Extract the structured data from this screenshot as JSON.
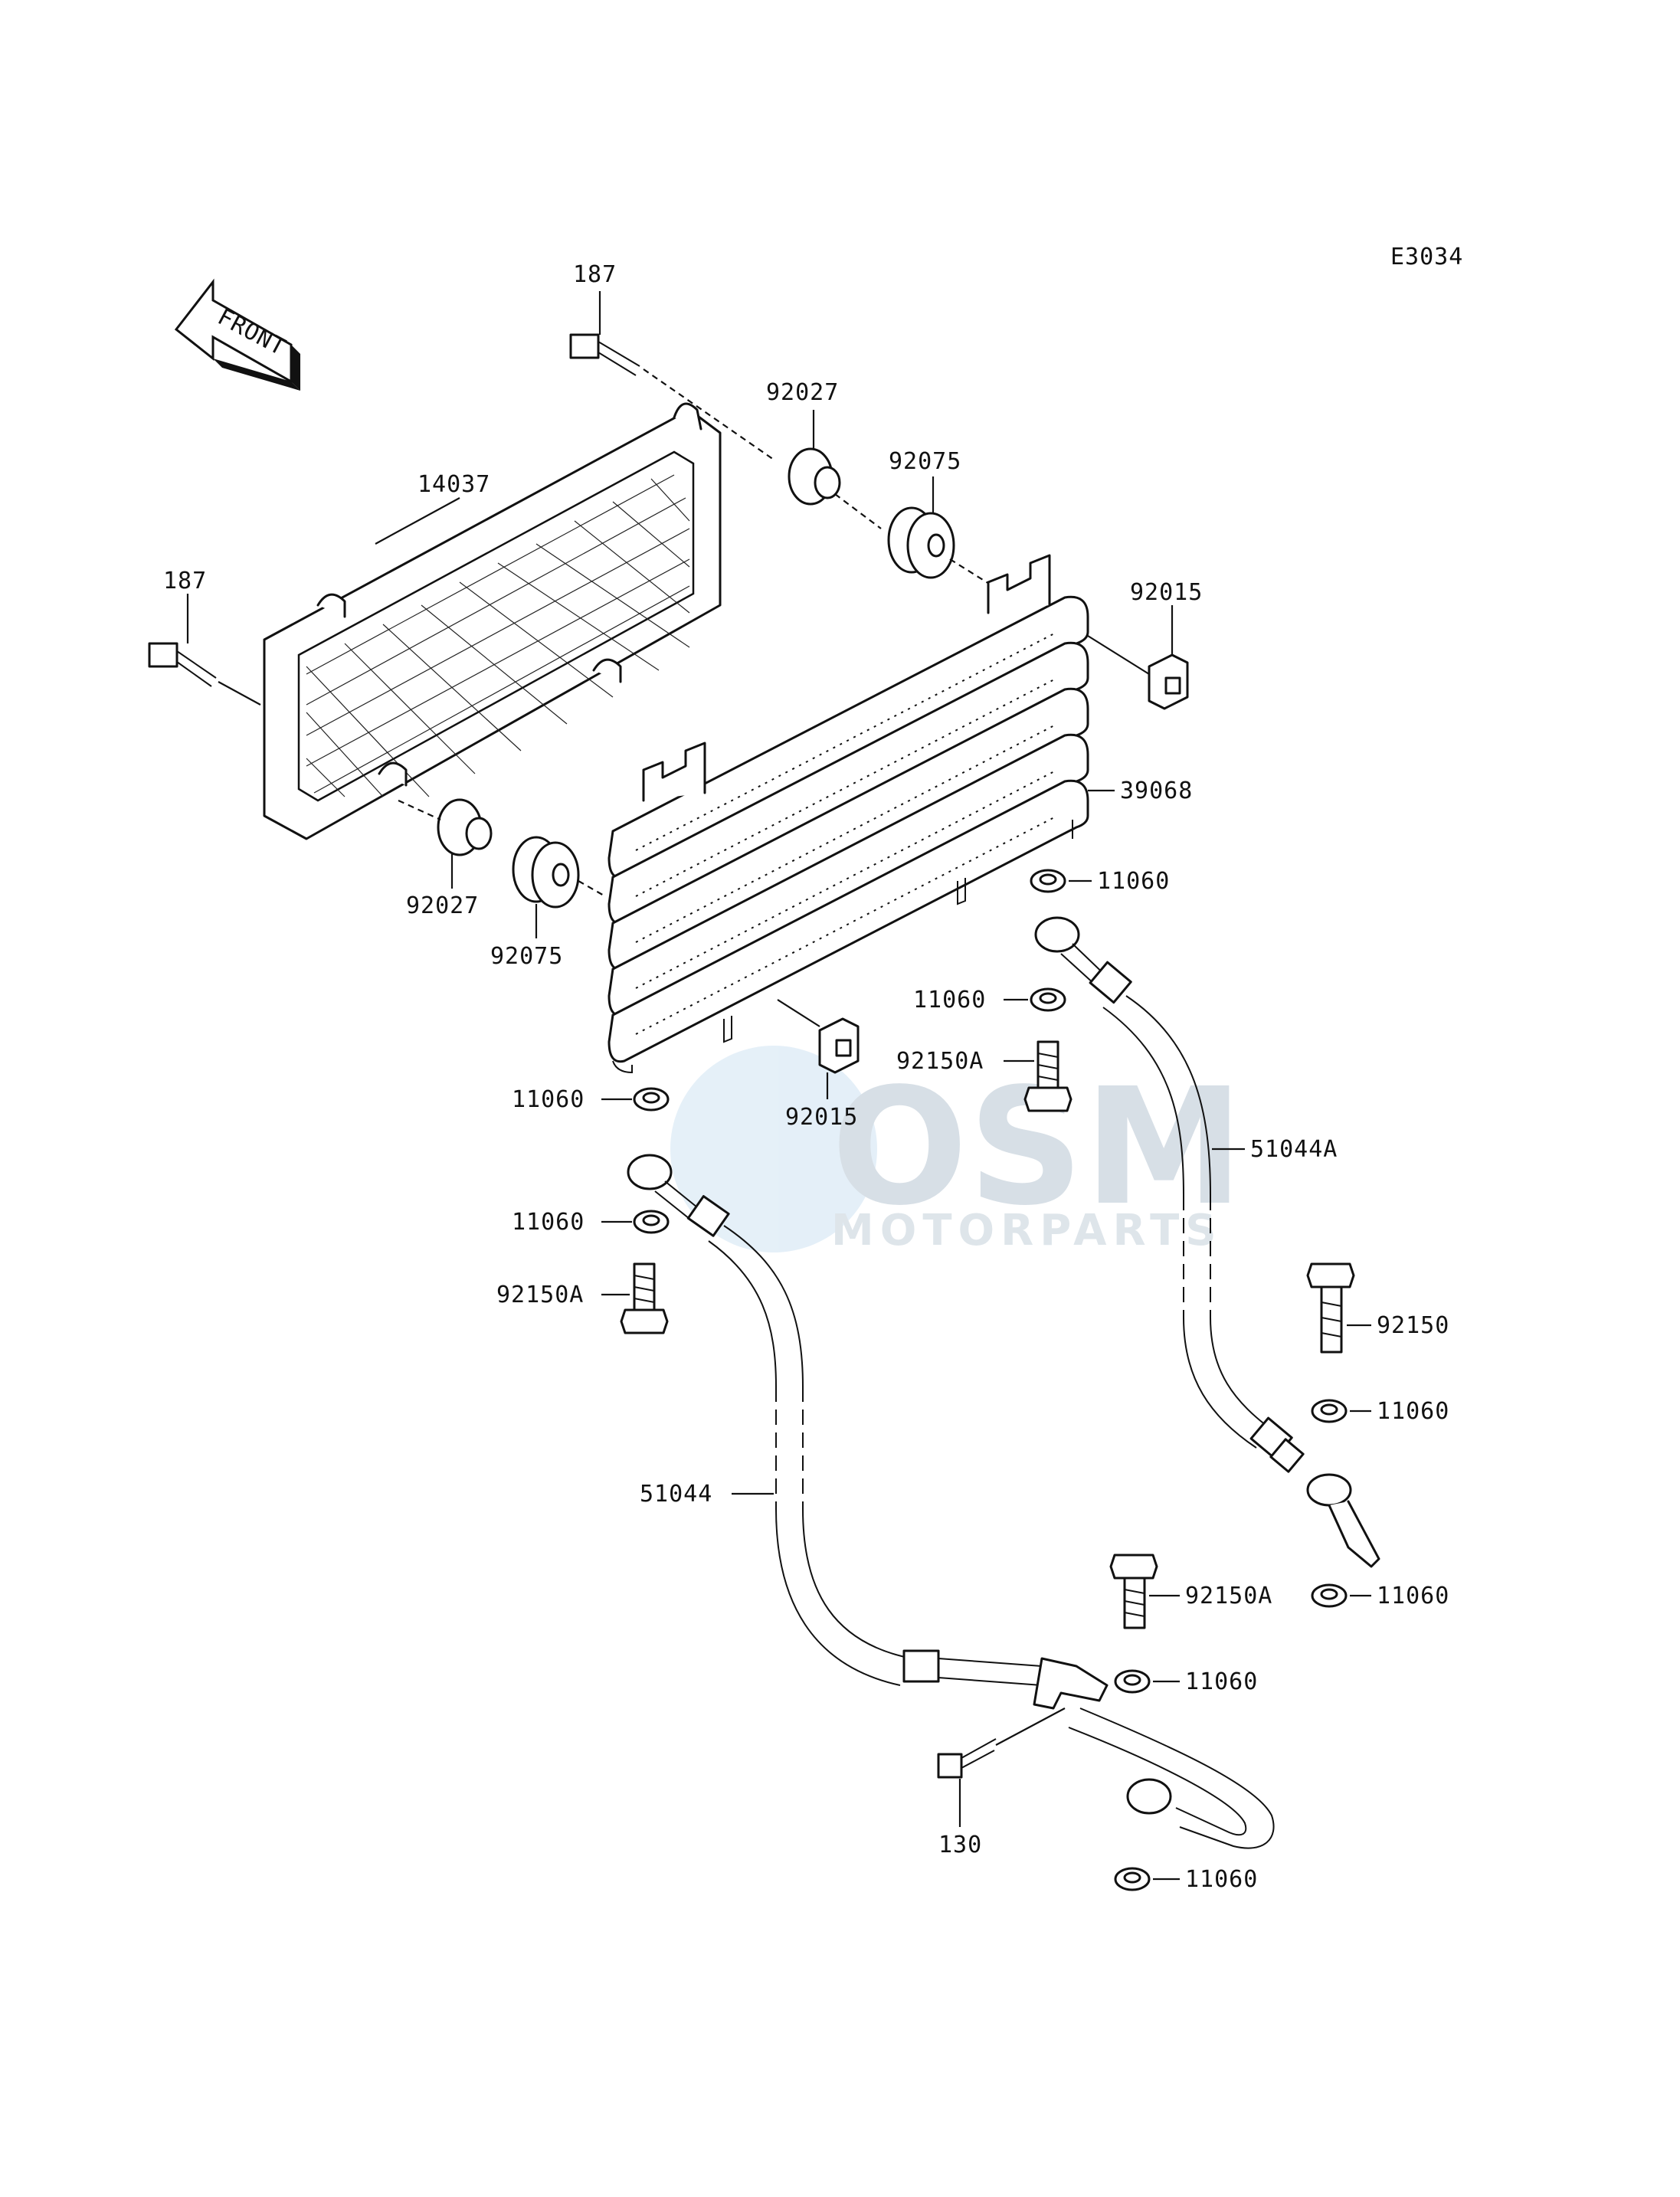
{
  "diagram_code": "E3034",
  "front_label": "FRONT",
  "watermark": {
    "brand": "OSM",
    "sub": "MOTORPARTS",
    "color": "#9fb6c8"
  },
  "callouts": {
    "c187_top": "187",
    "c187_left": "187",
    "c14037": "14037",
    "c92027_top": "92027",
    "c92027_bottom": "92027",
    "c92075_top": "92075",
    "c92075_bottom": "92075",
    "c92015_right": "92015",
    "c92015_bottom": "92015",
    "c39068": "39068",
    "c11060_a": "11060",
    "c11060_b": "11060",
    "c11060_c": "11060",
    "c11060_d": "11060",
    "c11060_e": "11060",
    "c11060_f": "11060",
    "c11060_g": "11060",
    "c11060_h": "11060",
    "c92150A_a": "92150A",
    "c92150A_b": "92150A",
    "c92150A_c": "92150A",
    "c92150": "92150",
    "c51044A": "51044A",
    "c51044": "51044",
    "c130": "130"
  }
}
